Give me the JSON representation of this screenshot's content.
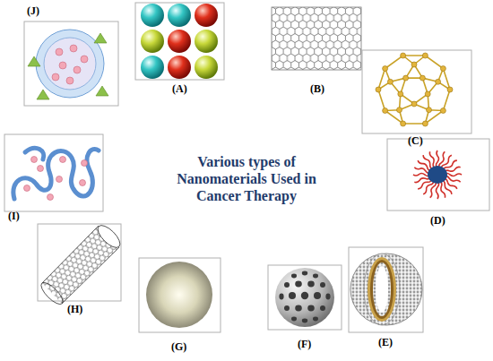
{
  "diagram": {
    "title": "Various types of Nanomaterials Used in Cancer Therapy",
    "labels": [
      "(A)",
      "(B)",
      "(C)",
      "(D)",
      "(E)",
      "(F)",
      "(G)",
      "(H)",
      "(I)",
      "(J)"
    ]
  }
}
